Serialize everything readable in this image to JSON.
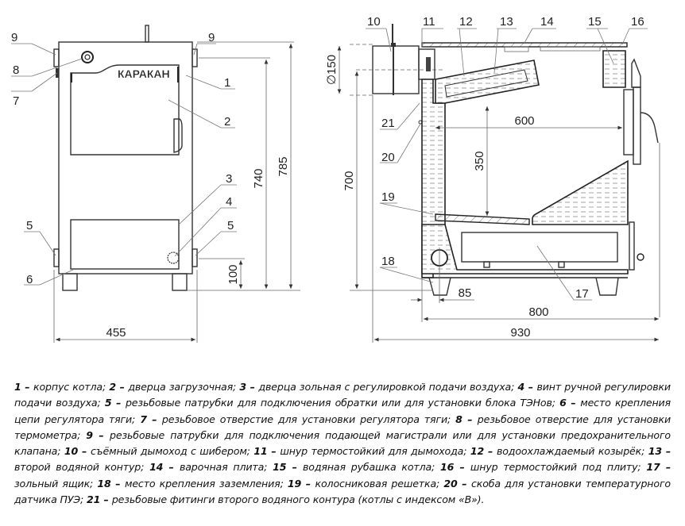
{
  "front_view": {
    "brand": "КАРАКАН",
    "callouts": [
      "9",
      "9",
      "8",
      "7",
      "1",
      "2",
      "3",
      "4",
      "5",
      "5",
      "6"
    ],
    "dimensions": {
      "width": "455",
      "height_inlet": "740",
      "height_total": "785",
      "height_outlet": "100"
    }
  },
  "side_view": {
    "callouts": [
      "10",
      "11",
      "12",
      "13",
      "14",
      "15",
      "16",
      "21",
      "20",
      "19",
      "18",
      "17"
    ],
    "dimensions": {
      "chimney_diameter": "∅150",
      "chimney_height": "700",
      "firebox_depth": "600",
      "firebox_height": "350",
      "ground_offset": "85",
      "body_depth": "800",
      "total_depth": "930"
    }
  },
  "legend": [
    {
      "num": "1",
      "text": "корпус котла;"
    },
    {
      "num": "2",
      "text": "дверца загрузочная;"
    },
    {
      "num": "3",
      "text": "дверца зольная с регулировкой подачи воздуха;"
    },
    {
      "num": "4",
      "text": "винт ручной регулировки подачи воздуха;"
    },
    {
      "num": "5",
      "text": "резьбовые патрубки для подключения обратки или для установки блока ТЭНов;"
    },
    {
      "num": "6",
      "text": "место крепления цепи регулятора тяги;"
    },
    {
      "num": "7",
      "text": "резьбовое отверстие  для установки регулятора тяги;"
    },
    {
      "num": "8",
      "text": "резьбовое отверстие для установки термометра;"
    },
    {
      "num": "9",
      "text": "резьбовые патрубки для подключения подающей магистрали или для установки предохранительного клапана;"
    },
    {
      "num": "10",
      "text": "съёмный дымоход с шибером;"
    },
    {
      "num": "11",
      "text": "шнур термостойкий для дымохода;"
    },
    {
      "num": "12",
      "text": "водоохлаждаемый козырёк;"
    },
    {
      "num": "13",
      "text": "второй водяной контур;"
    },
    {
      "num": "14",
      "text": "варочная плита;"
    },
    {
      "num": "15",
      "text": "водяная рубашка котла;"
    },
    {
      "num": "16",
      "text": "шнур термостойкий под плиту;"
    },
    {
      "num": "17",
      "text": "зольный ящик;"
    },
    {
      "num": "18",
      "text": "место крепления заземления;"
    },
    {
      "num": "19",
      "text": "колосниковая решетка;"
    },
    {
      "num": "20",
      "text": "скоба для установки температурного датчика ПУЭ;"
    },
    {
      "num": "21",
      "text": "резьбовые фитинги второго водяного контура (котлы с индексом «В»)."
    }
  ],
  "legend_separator": "–"
}
